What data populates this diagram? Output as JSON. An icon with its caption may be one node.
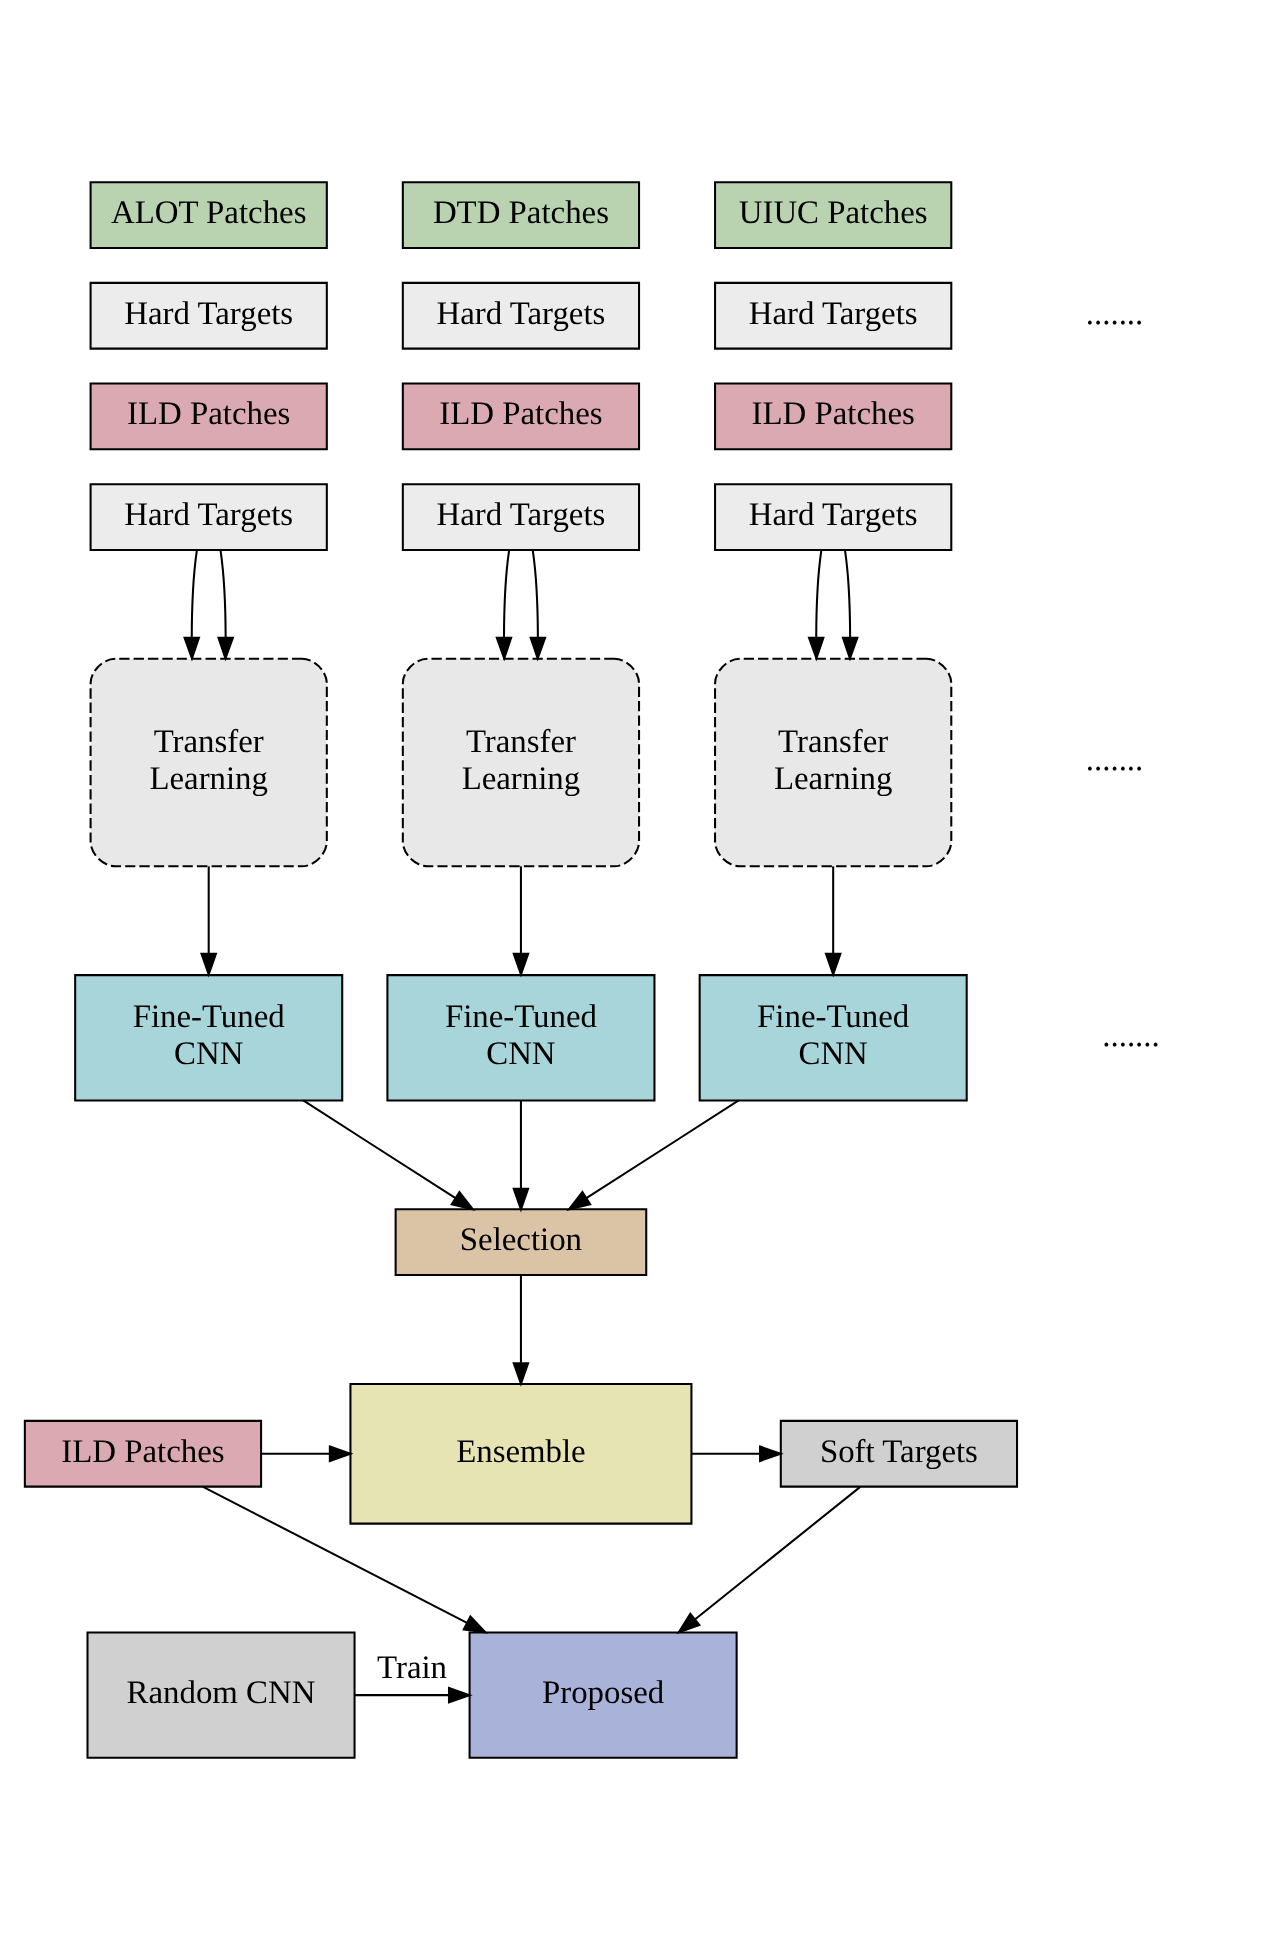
{
  "diagram": {
    "nodes": [
      {
        "text": [
          "ALOT Patches"
        ]
      },
      {
        "text": [
          "Hard Targets"
        ]
      },
      {
        "text": [
          "ILD Patches"
        ]
      },
      {
        "text": [
          "Hard Targets"
        ]
      },
      {
        "text": [
          "DTD Patches"
        ]
      },
      {
        "text": [
          "Hard Targets"
        ]
      },
      {
        "text": [
          "ILD Patches"
        ]
      },
      {
        "text": [
          "Hard Targets"
        ]
      },
      {
        "text": [
          "UIUC Patches"
        ]
      },
      {
        "text": [
          "Hard Targets"
        ]
      },
      {
        "text": [
          "ILD Patches"
        ]
      },
      {
        "text": [
          "Hard Targets"
        ]
      },
      {
        "text": [
          "Transfer Learning"
        ]
      },
      {
        "text": [
          "Transfer Learning"
        ]
      },
      {
        "text": [
          "Transfer Learning"
        ]
      },
      {
        "text": [
          "Fine-Tuned CNN"
        ]
      },
      {
        "text": [
          "Fine-Tuned CNN"
        ]
      },
      {
        "text": [
          "Fine-Tuned CNN"
        ]
      },
      {
        "text": [
          "Selection"
        ]
      },
      {
        "text": [
          "ILD Patches"
        ]
      },
      {
        "text": [
          "Ensemble"
        ]
      },
      {
        "text": [
          "Soft Targets"
        ]
      },
      {
        "text": [
          "Random CNN"
        ]
      },
      {
        "text": [
          "Proposed"
        ]
      }
    ],
    "edges": [
      {
        "from": 3,
        "to": 12,
        "arrow": "to"
      },
      {
        "from": 3,
        "to": 12,
        "arrow": "to"
      },
      {
        "from": 7,
        "to": 13,
        "arrow": "to"
      },
      {
        "from": 7,
        "to": 13,
        "arrow": "to"
      },
      {
        "from": 11,
        "to": 14,
        "arrow": "to"
      },
      {
        "from": 11,
        "to": 14,
        "arrow": "to"
      },
      {
        "from": 12,
        "to": 15,
        "arrow": "to"
      },
      {
        "from": 13,
        "to": 16,
        "arrow": "to"
      },
      {
        "from": 14,
        "to": 17,
        "arrow": "to"
      },
      {
        "from": 15,
        "to": 18,
        "arrow": "to"
      },
      {
        "from": 16,
        "to": 18,
        "arrow": "to"
      },
      {
        "from": 17,
        "to": 18,
        "arrow": "to"
      },
      {
        "from": 18,
        "to": 20,
        "arrow": "to"
      },
      {
        "from": 19,
        "to": 20,
        "arrow": "to"
      },
      {
        "from": 20,
        "to": 21,
        "arrow": "to"
      },
      {
        "from": 22,
        "to": 23,
        "arrow": "to",
        "label": "Train"
      },
      {
        "from": 19,
        "to": 23,
        "arrow": "to"
      },
      {
        "from": 21,
        "to": 23,
        "arrow": "to"
      }
    ],
    "labels": [
      ".......",
      ".......",
      "......."
    ]
  }
}
